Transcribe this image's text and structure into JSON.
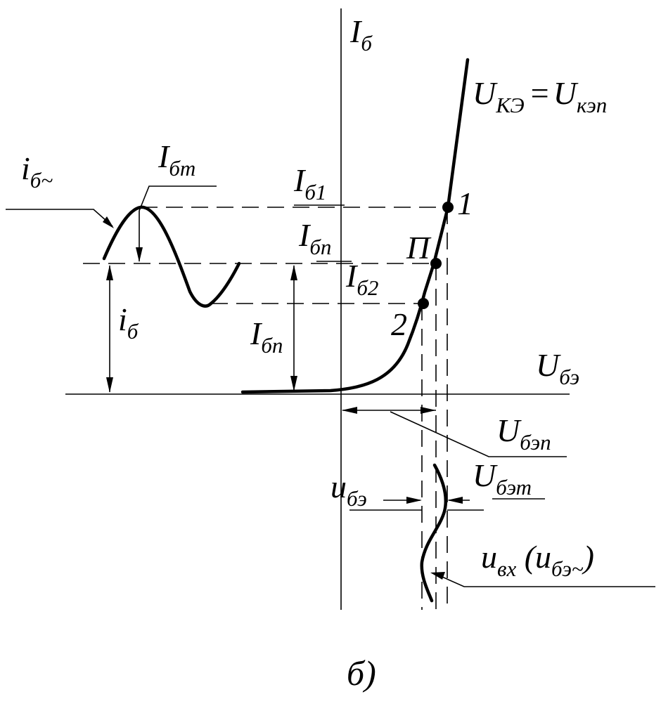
{
  "axes": {
    "y": {
      "main": "I",
      "sub": "б"
    },
    "x": {
      "main": "U",
      "sub": "бэ"
    }
  },
  "curve_label": {
    "left_main": "U",
    "left_sub": "КЭ",
    "eq": "=",
    "right_main": "U",
    "right_sub": "кэп"
  },
  "points": {
    "p1": "1",
    "pP": "П",
    "p2": "2"
  },
  "labels": {
    "ib_ac": {
      "main": "i",
      "sub": "б~"
    },
    "ibm": {
      "main": "I",
      "sub": "бт"
    },
    "ib1": {
      "main": "I",
      "sub": "б1"
    },
    "ibp_top": {
      "main": "I",
      "sub": "бп"
    },
    "ib2": {
      "main": "I",
      "sub": "б2"
    },
    "ib_total": {
      "main": "i",
      "sub": "б"
    },
    "ibp_bottom": {
      "main": "I",
      "sub": "бп"
    },
    "ubep": {
      "main": "U",
      "sub": "бэп"
    },
    "ubem": {
      "main": "U",
      "sub": "бэт"
    },
    "ube": {
      "main": "u",
      "sub": "бэ"
    },
    "uin": {
      "main": "u",
      "sub": "вх",
      "paren_open": " (",
      "paren_main": "u",
      "paren_sub": "бэ~",
      "paren_close": ")"
    }
  },
  "caption": "б)"
}
